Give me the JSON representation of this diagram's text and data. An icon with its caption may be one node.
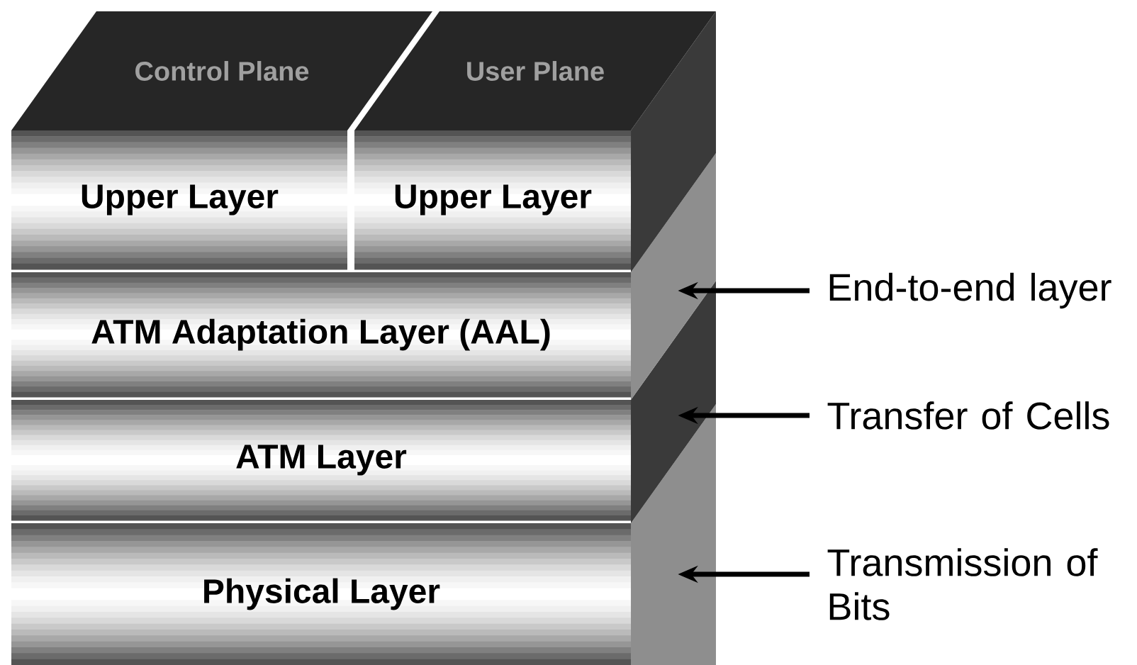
{
  "diagram": {
    "nodes": [
      {
        "text": [
          "Control Plane"
        ]
      },
      {
        "text": [
          "User Plane"
        ]
      },
      {
        "text": [
          "Upper Layer"
        ]
      },
      {
        "text": [
          "Upper Layer"
        ]
      },
      {
        "text": [
          "ATM Adaptation Layer (AAL)"
        ]
      },
      {
        "text": [
          "ATM Layer"
        ]
      },
      {
        "text": [
          "Physical Layer"
        ]
      },
      {
        "text": [
          "End-to-end layer"
        ]
      },
      {
        "text": [
          "Transfer of Cells"
        ]
      },
      {
        "text": [
          "Transmission of Bits"
        ]
      }
    ],
    "edges": [
      {
        "from": 7,
        "to": 4,
        "arrow": "to"
      },
      {
        "from": 8,
        "to": 5,
        "arrow": "to"
      },
      {
        "from": 9,
        "to": 6,
        "arrow": "to"
      }
    ]
  }
}
